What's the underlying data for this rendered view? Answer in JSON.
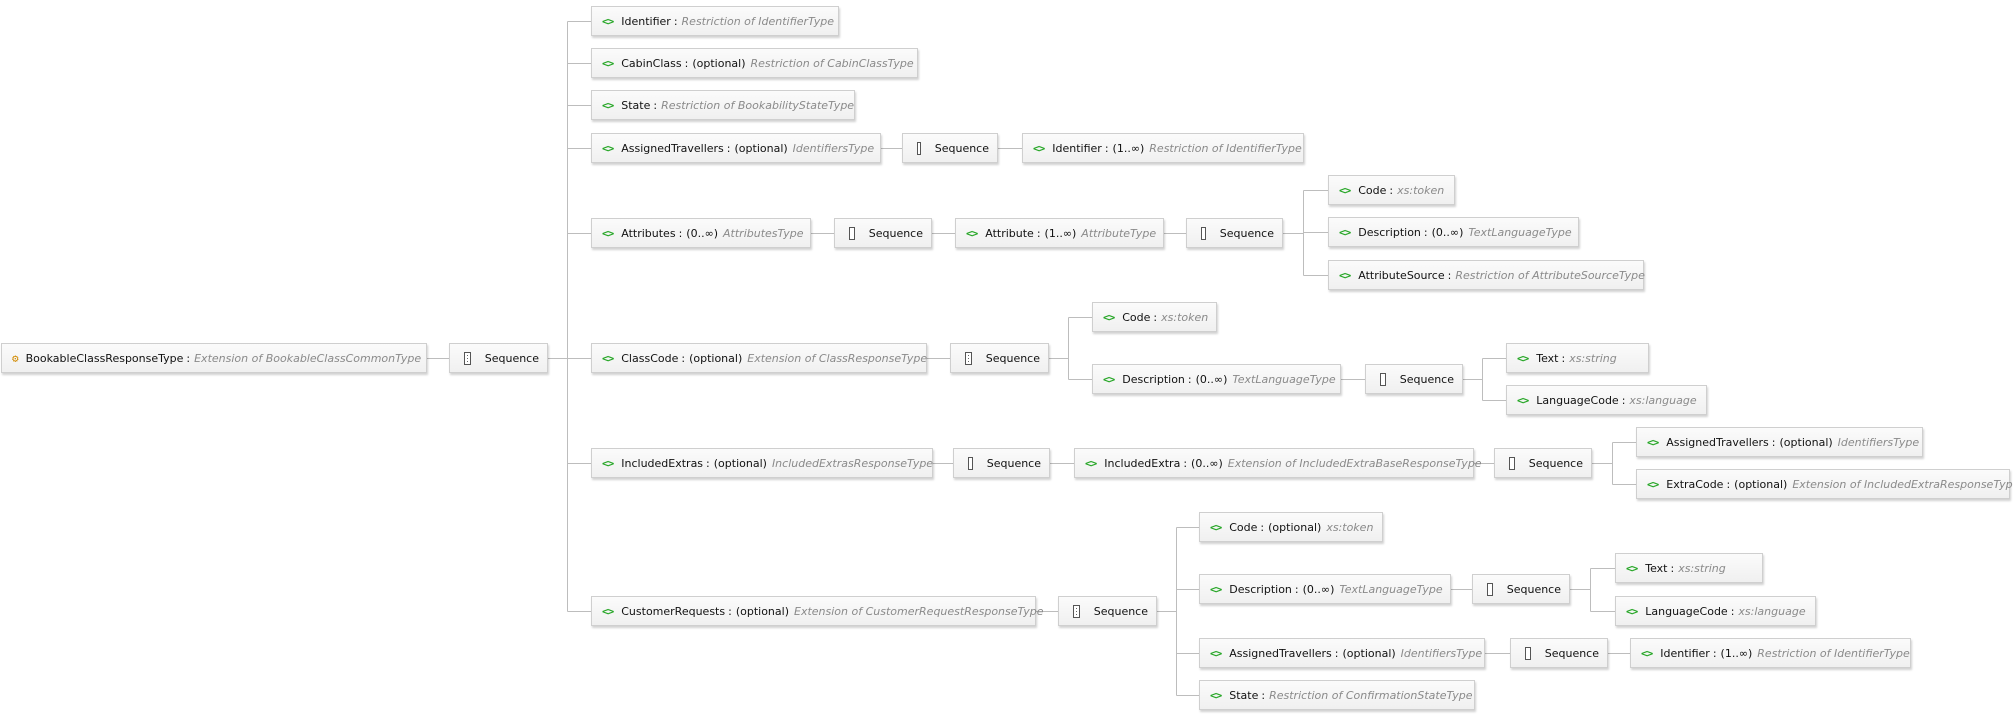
{
  "colors": {
    "wire": "#bdbdbd",
    "element_icon": "#26a626",
    "root_icon": "#d18a00",
    "type_text": "#8a8a8a"
  },
  "nodes": [
    {
      "id": "root",
      "icon": "complex-type-icon",
      "name": "BookableClassResponseType",
      "card": "",
      "type": "Extension of  BookableClassCommonType"
    },
    {
      "id": "s1",
      "icon": "sequence-icon",
      "name": "Sequence",
      "card": "",
      "type": ""
    },
    {
      "id": "n_identifier",
      "icon": "element-icon",
      "name": "Identifier",
      "card": "",
      "type": "Restriction of IdentifierType"
    },
    {
      "id": "n_cabin",
      "icon": "element-icon",
      "name": "CabinClass",
      "card": "(optional)",
      "type": "Restriction of CabinClassType"
    },
    {
      "id": "n_state",
      "icon": "element-icon",
      "name": "State",
      "card": "",
      "type": "Restriction of BookabilityStateType"
    },
    {
      "id": "n_at",
      "icon": "element-icon",
      "name": "AssignedTravellers",
      "card": "(optional)",
      "type": "IdentifiersType"
    },
    {
      "id": "s_at",
      "icon": "sequence-icon",
      "name": "Sequence",
      "card": "",
      "type": ""
    },
    {
      "id": "n_at_id",
      "icon": "element-icon",
      "name": "Identifier",
      "card": "(1..∞)",
      "type": "Restriction of IdentifierType"
    },
    {
      "id": "n_attrs",
      "icon": "element-icon",
      "name": "Attributes",
      "card": "(0..∞)",
      "type": "AttributesType"
    },
    {
      "id": "s_attrs",
      "icon": "sequence-icon",
      "name": "Sequence",
      "card": "",
      "type": ""
    },
    {
      "id": "n_attr",
      "icon": "element-icon",
      "name": "Attribute",
      "card": "(1..∞)",
      "type": "AttributeType"
    },
    {
      "id": "s_attr",
      "icon": "sequence-icon",
      "name": "Sequence",
      "card": "",
      "type": ""
    },
    {
      "id": "n_attr_code",
      "icon": "element-icon",
      "name": "Code",
      "card": "",
      "type": "xs:token"
    },
    {
      "id": "n_attr_desc",
      "icon": "element-icon",
      "name": "Description",
      "card": "(0..∞)",
      "type": "TextLanguageType"
    },
    {
      "id": "n_attr_src",
      "icon": "element-icon",
      "name": "AttributeSource",
      "card": "",
      "type": "Restriction of AttributeSourceType"
    },
    {
      "id": "n_cc",
      "icon": "element-icon",
      "name": "ClassCode",
      "card": "(optional)",
      "type": "Extension of ClassResponseType"
    },
    {
      "id": "s_cc",
      "icon": "sequence-icon",
      "name": "Sequence",
      "card": "",
      "type": ""
    },
    {
      "id": "n_cc_code",
      "icon": "element-icon",
      "name": "Code",
      "card": "",
      "type": "xs:token"
    },
    {
      "id": "n_cc_desc",
      "icon": "element-icon",
      "name": "Description",
      "card": "(0..∞)",
      "type": "TextLanguageType"
    },
    {
      "id": "s_cc_desc",
      "icon": "sequence-icon",
      "name": "Sequence",
      "card": "",
      "type": ""
    },
    {
      "id": "n_cc_text",
      "icon": "element-icon",
      "name": "Text",
      "card": "",
      "type": "xs:string"
    },
    {
      "id": "n_cc_lang",
      "icon": "element-icon",
      "name": "LanguageCode",
      "card": "",
      "type": "xs:language"
    },
    {
      "id": "n_ie",
      "icon": "element-icon",
      "name": "IncludedExtras",
      "card": "(optional)",
      "type": "IncludedExtrasResponseType"
    },
    {
      "id": "s_ie",
      "icon": "sequence-icon",
      "name": "Sequence",
      "card": "",
      "type": ""
    },
    {
      "id": "n_iex",
      "icon": "element-icon",
      "name": "IncludedExtra",
      "card": "(0..∞)",
      "type": "Extension of IncludedExtraBaseResponseType"
    },
    {
      "id": "s_iex",
      "icon": "sequence-icon",
      "name": "Sequence",
      "card": "",
      "type": ""
    },
    {
      "id": "n_iex_at",
      "icon": "element-icon",
      "name": "AssignedTravellers",
      "card": "(optional)",
      "type": "IdentifiersType"
    },
    {
      "id": "n_iex_ec",
      "icon": "element-icon",
      "name": "ExtraCode",
      "card": "(optional)",
      "type": "Extension of IncludedExtraResponseType"
    },
    {
      "id": "n_cr",
      "icon": "element-icon",
      "name": "CustomerRequests",
      "card": "(optional)",
      "type": "Extension of CustomerRequestResponseType"
    },
    {
      "id": "s_cr",
      "icon": "sequence-icon",
      "name": "Sequence",
      "card": "",
      "type": ""
    },
    {
      "id": "n_cr_code",
      "icon": "element-icon",
      "name": "Code",
      "card": "(optional)",
      "type": "xs:token"
    },
    {
      "id": "n_cr_desc",
      "icon": "element-icon",
      "name": "Description",
      "card": "(0..∞)",
      "type": "TextLanguageType"
    },
    {
      "id": "s_cr_desc",
      "icon": "sequence-icon",
      "name": "Sequence",
      "card": "",
      "type": ""
    },
    {
      "id": "n_cr_text",
      "icon": "element-icon",
      "name": "Text",
      "card": "",
      "type": "xs:string"
    },
    {
      "id": "n_cr_lang",
      "icon": "element-icon",
      "name": "LanguageCode",
      "card": "",
      "type": "xs:language"
    },
    {
      "id": "n_cr_at",
      "icon": "element-icon",
      "name": "AssignedTravellers",
      "card": "(optional)",
      "type": "IdentifiersType"
    },
    {
      "id": "s_cr_at",
      "icon": "sequence-icon",
      "name": "Sequence",
      "card": "",
      "type": ""
    },
    {
      "id": "n_cr_at_id",
      "icon": "element-icon",
      "name": "Identifier",
      "card": "(1..∞)",
      "type": "Restriction of IdentifierType"
    },
    {
      "id": "n_cr_state",
      "icon": "element-icon",
      "name": "State",
      "card": "",
      "type": "Restriction of ConfirmationStateType"
    }
  ],
  "edges": [
    [
      "root",
      "s1"
    ],
    [
      "s1",
      "n_identifier"
    ],
    [
      "s1",
      "n_cabin"
    ],
    [
      "s1",
      "n_state"
    ],
    [
      "s1",
      "n_at"
    ],
    [
      "s1",
      "n_attrs"
    ],
    [
      "s1",
      "n_cc"
    ],
    [
      "s1",
      "n_ie"
    ],
    [
      "s1",
      "n_cr"
    ],
    [
      "n_at",
      "s_at"
    ],
    [
      "s_at",
      "n_at_id"
    ],
    [
      "n_attrs",
      "s_attrs"
    ],
    [
      "s_attrs",
      "n_attr"
    ],
    [
      "n_attr",
      "s_attr"
    ],
    [
      "s_attr",
      "n_attr_code"
    ],
    [
      "s_attr",
      "n_attr_desc"
    ],
    [
      "s_attr",
      "n_attr_src"
    ],
    [
      "n_cc",
      "s_cc"
    ],
    [
      "s_cc",
      "n_cc_code"
    ],
    [
      "s_cc",
      "n_cc_desc"
    ],
    [
      "n_cc_desc",
      "s_cc_desc"
    ],
    [
      "s_cc_desc",
      "n_cc_text"
    ],
    [
      "s_cc_desc",
      "n_cc_lang"
    ],
    [
      "n_ie",
      "s_ie"
    ],
    [
      "s_ie",
      "n_iex"
    ],
    [
      "n_iex",
      "s_iex"
    ],
    [
      "s_iex",
      "n_iex_at"
    ],
    [
      "s_iex",
      "n_iex_ec"
    ],
    [
      "n_cr",
      "s_cr"
    ],
    [
      "s_cr",
      "n_cr_code"
    ],
    [
      "s_cr",
      "n_cr_desc"
    ],
    [
      "s_cr",
      "n_cr_at"
    ],
    [
      "s_cr",
      "n_cr_state"
    ],
    [
      "n_cr_desc",
      "s_cr_desc"
    ],
    [
      "s_cr_desc",
      "n_cr_text"
    ],
    [
      "s_cr_desc",
      "n_cr_lang"
    ],
    [
      "n_cr_at",
      "s_cr_at"
    ],
    [
      "s_cr_at",
      "n_cr_at_id"
    ]
  ]
}
